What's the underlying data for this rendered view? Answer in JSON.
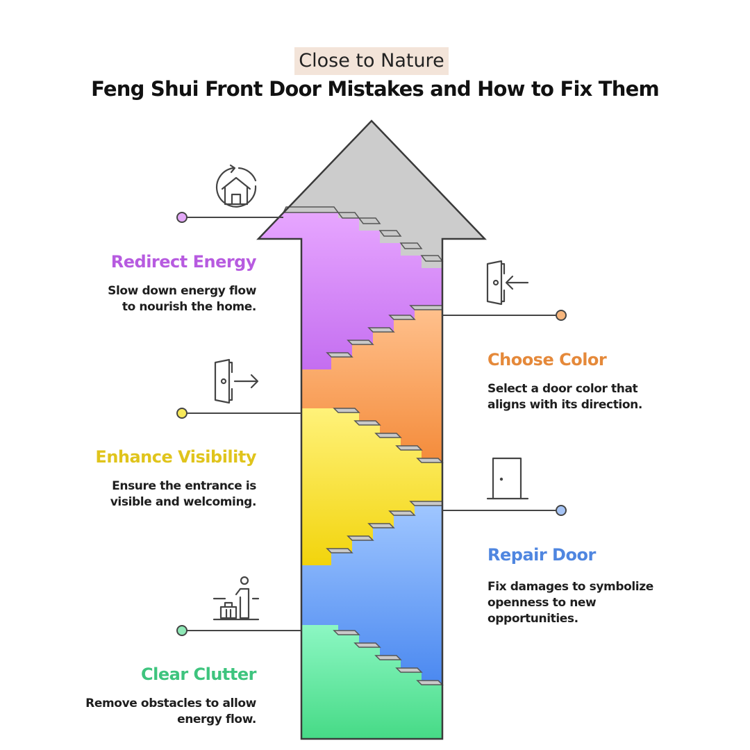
{
  "brand": "Close to Nature",
  "title": "Feng Shui Front Door Mistakes and How to Fix Them",
  "steps": [
    {
      "key": "redirect",
      "heading": "Redirect Energy",
      "desc": "Slow down energy flow to nourish the home.",
      "color": "#b75be0",
      "icon": "house-refresh-icon"
    },
    {
      "key": "color",
      "heading": "Choose Color",
      "desc": "Select a door color that aligns with its direction.",
      "color": "#e5893a",
      "icon": "door-enter-icon"
    },
    {
      "key": "visibility",
      "heading": "Enhance Visibility",
      "desc": "Ensure the entrance is visible and welcoming.",
      "color": "#e0c41c",
      "icon": "door-exit-icon"
    },
    {
      "key": "repair",
      "heading": "Repair Door",
      "desc": "Fix damages to symbolize openness to new opportunities.",
      "color": "#4f86e0",
      "icon": "door-icon"
    },
    {
      "key": "clutter",
      "heading": "Clear Clutter",
      "desc": "Remove obstacles to allow energy flow.",
      "color": "#3ec47e",
      "icon": "luggage-person-icon"
    }
  ],
  "segment_colors": {
    "purple": [
      "#e7a6ff",
      "#c46ef0"
    ],
    "orange": [
      "#ffc08c",
      "#f48b3a"
    ],
    "yellow": [
      "#fff27a",
      "#f2d40c"
    ],
    "blue": [
      "#9fc6ff",
      "#4a88f0"
    ],
    "green": [
      "#8cf7c3",
      "#46da86"
    ],
    "gray": "#cccccc"
  }
}
